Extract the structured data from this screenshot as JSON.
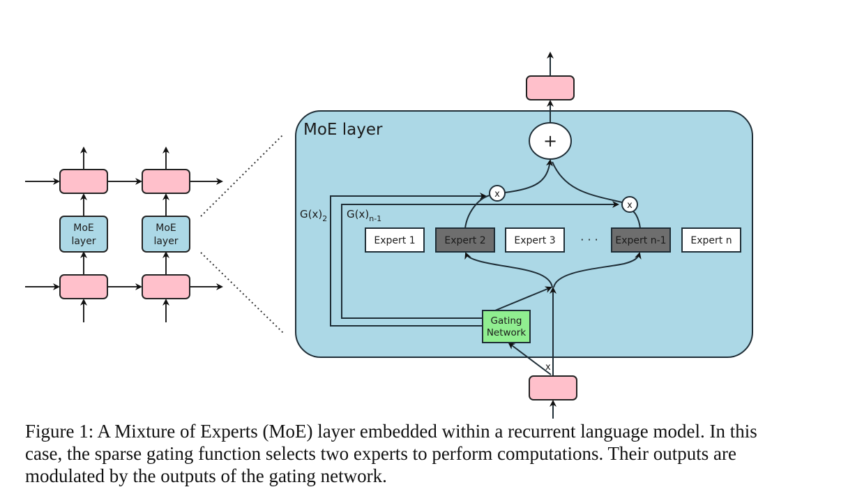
{
  "figure": {
    "left_stack": {
      "moe_block_label_line1": "MoE",
      "moe_block_label_line2": "layer"
    },
    "moe_layer": {
      "title": "MoE layer",
      "gate_label_2": "G(x)",
      "gate_label_2_sub": "2",
      "gate_label_n1": "G(x)",
      "gate_label_n1_sub": "n-1",
      "sum_symbol": "+",
      "multiply_symbol": "x",
      "input_label": "x",
      "ellipsis": "· · ·",
      "gating_network_line1": "Gating",
      "gating_network_line2": "Network",
      "experts": [
        {
          "label": "Expert 1",
          "selected": false
        },
        {
          "label": "Expert 2",
          "selected": true
        },
        {
          "label": "Expert 3",
          "selected": false
        },
        {
          "label": "Expert n-1",
          "selected": true
        },
        {
          "label": "Expert n",
          "selected": false
        }
      ]
    },
    "colors": {
      "moe_bg": "#acd8e6",
      "rnn_cell": "#ffc0cb",
      "gating": "#90ee90",
      "expert_selected": "#6e6e6e",
      "expert_unselected": "#ffffff",
      "stroke": "#1e2d36"
    }
  },
  "caption": {
    "line1": "Figure 1: A Mixture of Experts (MoE) layer embedded within a recurrent language model. In this",
    "line2": "case, the sparse gating function selects two experts to perform computations.  Their outputs are",
    "line3": "modulated by the outputs of the gating network."
  }
}
